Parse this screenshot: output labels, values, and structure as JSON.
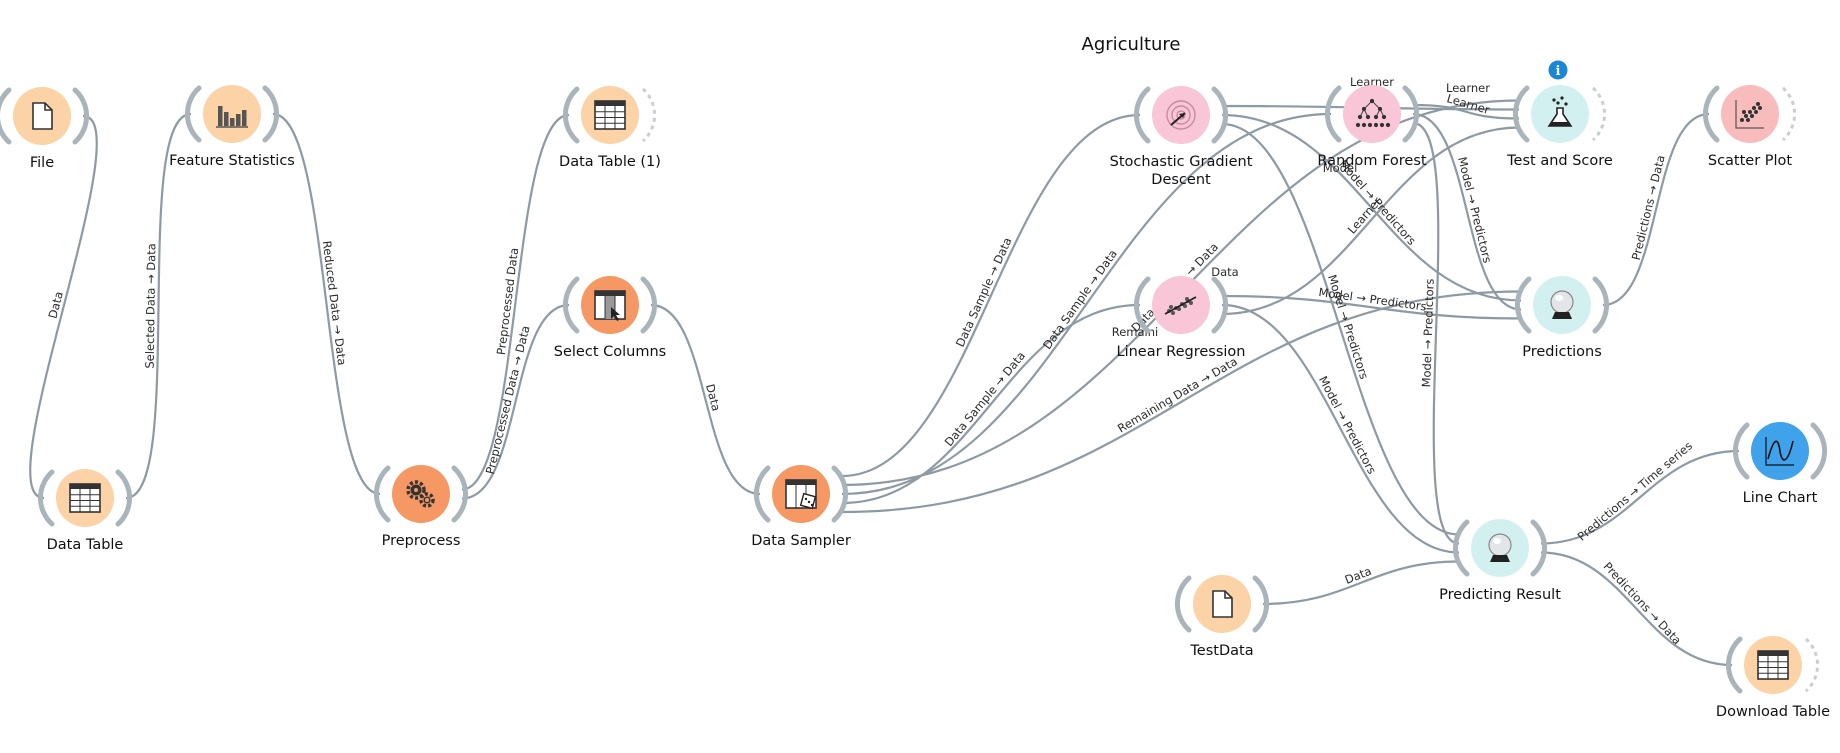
{
  "title": "Agriculture",
  "nodes": [
    {
      "id": "file",
      "label": "File",
      "icon": "file-icon",
      "color": "#fbd3a6"
    },
    {
      "id": "feature_statistics",
      "label": "Feature Statistics",
      "icon": "bar-chart-icon",
      "color": "#fbd3a6"
    },
    {
      "id": "data_table_1",
      "label": "Data Table (1)",
      "icon": "table-icon",
      "color": "#fbd3a6"
    },
    {
      "id": "select_columns",
      "label": "Select Columns",
      "icon": "select-columns-icon",
      "color": "#f59863"
    },
    {
      "id": "data_table",
      "label": "Data Table",
      "icon": "table-icon",
      "color": "#fbd3a6"
    },
    {
      "id": "preprocess",
      "label": "Preprocess",
      "icon": "gears-icon",
      "color": "#f59863"
    },
    {
      "id": "data_sampler",
      "label": "Data Sampler",
      "icon": "sampler-icon",
      "color": "#f59863"
    },
    {
      "id": "sgd",
      "label": "Stochastic Gradient\nDescent",
      "icon": "gradient-icon",
      "color": "#f8c6d6"
    },
    {
      "id": "random_forest",
      "label": "Random Forest",
      "icon": "tree-icon",
      "color": "#f8c6d6"
    },
    {
      "id": "test_and_score",
      "label": "Test and Score",
      "icon": "flask-icon",
      "color": "#d3f0f0"
    },
    {
      "id": "scatter_plot",
      "label": "Scatter Plot",
      "icon": "scatter-icon",
      "color": "#f8bcbc"
    },
    {
      "id": "linear_regression",
      "label": "Linear Regression",
      "icon": "regression-icon",
      "color": "#f8c6d6"
    },
    {
      "id": "predictions",
      "label": "Predictions",
      "icon": "crystal-ball-icon",
      "color": "#d3f0f0"
    },
    {
      "id": "line_chart",
      "label": "Line Chart",
      "icon": "line-chart-icon",
      "color": "#3fa2ea"
    },
    {
      "id": "predicting_result",
      "label": "Predicting Result",
      "icon": "crystal-ball-icon",
      "color": "#d3f0f0"
    },
    {
      "id": "test_data",
      "label": "TestData",
      "icon": "file-icon",
      "color": "#fbd3a6"
    },
    {
      "id": "download_table",
      "label": "Download Table",
      "icon": "table-icon",
      "color": "#fbd3a6"
    }
  ],
  "links": [
    {
      "from": "file",
      "to": "data_table",
      "label": "Data"
    },
    {
      "from": "data_table",
      "to": "feature_statistics",
      "label": "Selected Data → Data"
    },
    {
      "from": "feature_statistics",
      "to": "preprocess",
      "label": "Reduced Data → Data"
    },
    {
      "from": "preprocess",
      "to": "data_table_1",
      "label": "Preprocessed Data"
    },
    {
      "from": "preprocess",
      "to": "select_columns",
      "label": "Preprocessed Data → Data"
    },
    {
      "from": "select_columns",
      "to": "data_sampler",
      "label": "Data"
    },
    {
      "from": "data_sampler",
      "to": "sgd",
      "label": "Data Sample → Data"
    },
    {
      "from": "data_sampler",
      "to": "test_and_score",
      "label": "Data Sample → Data"
    },
    {
      "from": "data_sampler",
      "to": "random_forest",
      "label": "Data Sample → Data"
    },
    {
      "from": "data_sampler",
      "to": "linear_regression",
      "label": "Data Sample → Data"
    },
    {
      "from": "data_sampler",
      "to": "predictions",
      "label": "Remaining Data → Data"
    },
    {
      "from": "sgd",
      "to": "test_and_score",
      "label": ""
    },
    {
      "from": "random_forest",
      "to": "test_and_score",
      "label": "Learner"
    },
    {
      "from": "sgd",
      "to": "predictions",
      "label": "Model → Predictors"
    },
    {
      "from": "random_forest",
      "to": "predictions",
      "label": "Model → Predictors"
    },
    {
      "from": "sgd",
      "to": "predicting_result",
      "label": "Model → Predictors"
    },
    {
      "from": "random_forest",
      "to": "predicting_result",
      "label": "Model → Predictors"
    },
    {
      "from": "linear_regression",
      "to": "predictions",
      "label": "Model → Predictors"
    },
    {
      "from": "linear_regression",
      "to": "predicting_result",
      "label": "Model → Predictors"
    },
    {
      "from": "linear_regression",
      "to": "test_and_score",
      "label": "Learner"
    },
    {
      "from": "predictions",
      "to": "scatter_plot",
      "label": "Predictions → Data"
    },
    {
      "from": "predicting_result",
      "to": "line_chart",
      "label": "Predictions → Time series"
    },
    {
      "from": "predicting_result",
      "to": "download_table",
      "label": "Predictions → Data"
    },
    {
      "from": "test_data",
      "to": "predicting_result",
      "label": "Data"
    }
  ],
  "fragment_labels": [
    "Learner",
    "Learner",
    "Model",
    "Remaini",
    "Data"
  ]
}
